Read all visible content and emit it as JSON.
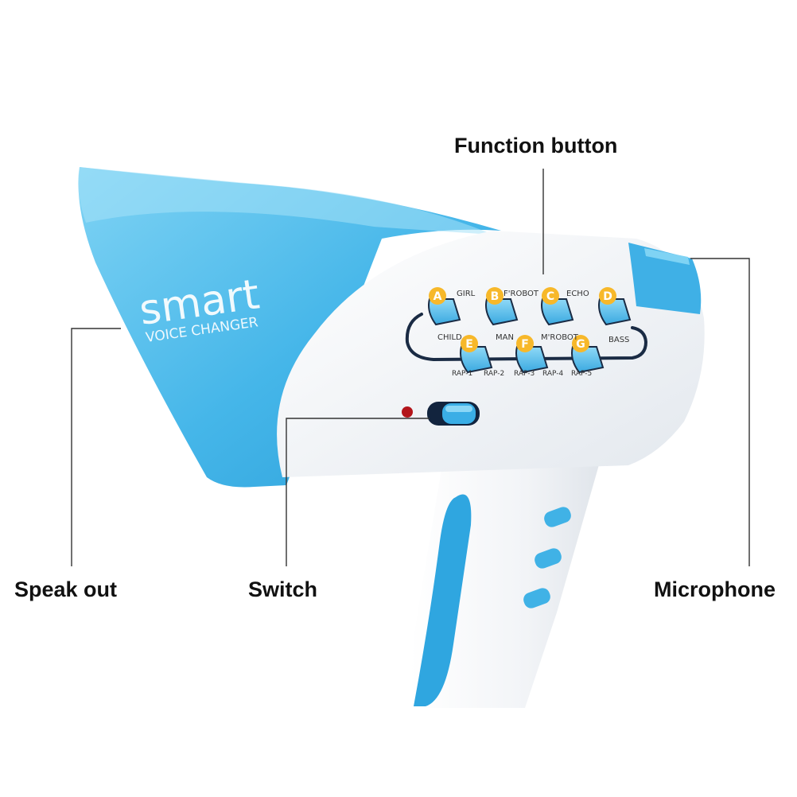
{
  "callouts": {
    "function_button": "Function button",
    "speak_out": "Speak out",
    "switch": "Switch",
    "microphone": "Microphone"
  },
  "product": {
    "brand": "smart",
    "subtitle": "VOICE CHANGER",
    "top_buttons": [
      {
        "letter": "A",
        "label": "GIRL"
      },
      {
        "letter": "B",
        "label": "F'ROBOT"
      },
      {
        "letter": "C",
        "label": "ECHO"
      },
      {
        "letter": "D",
        "label": ""
      }
    ],
    "bottom_buttons": [
      {
        "letter": "E",
        "label": "CHILD"
      },
      {
        "letter": "F",
        "label": "MAN"
      },
      {
        "letter": "G",
        "label": "M'ROBOT"
      }
    ],
    "extra_label": "BASS",
    "rap_labels": [
      "RAP-1",
      "RAP-2",
      "RAP-3",
      "RAP-4",
      "RAP-5"
    ]
  },
  "colors": {
    "body_blue": "#4cb9ea",
    "body_blue_dark": "#1f9ad6",
    "body_white": "#f4f6f8",
    "button_yellow": "#f7b82a",
    "callout_line": "#333333"
  }
}
